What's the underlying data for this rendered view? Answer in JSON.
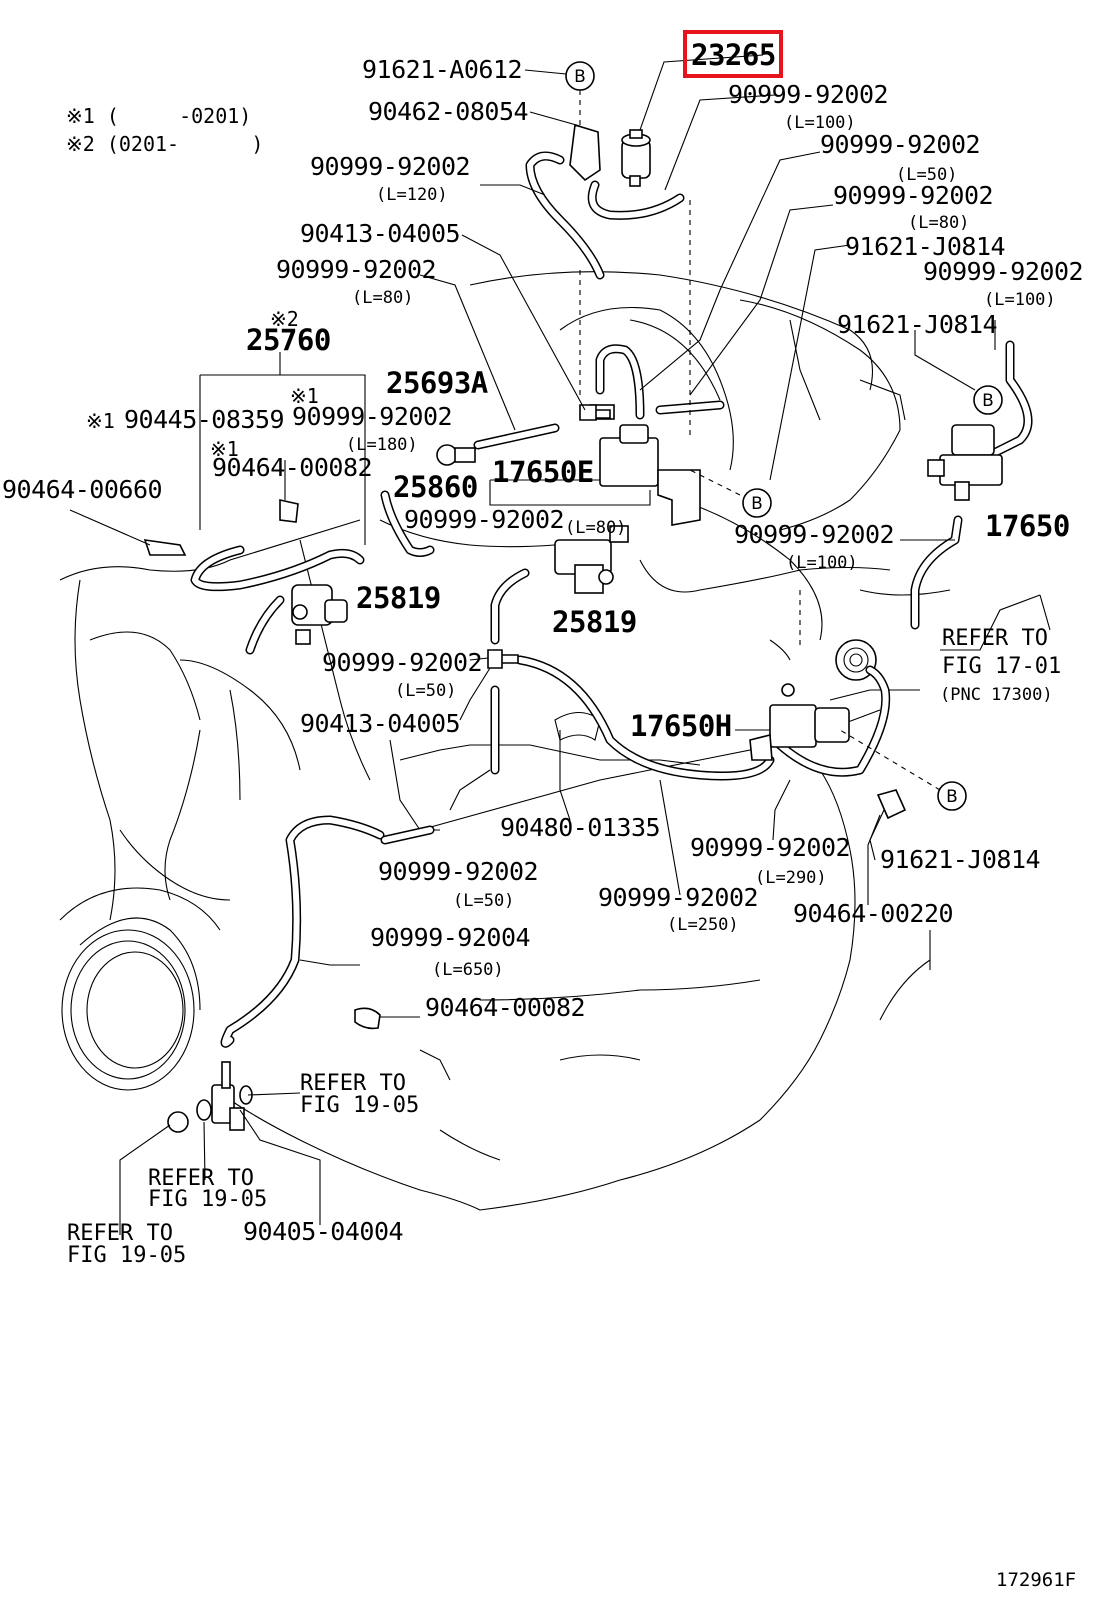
{
  "highlight_color": "#e8141b",
  "diagram_code": "172961F",
  "notes": {
    "note1": "※1 (     -0201)",
    "note2": "※2 (0201-      )",
    "mark1": "※1",
    "mark2": "※2"
  },
  "circle_marker": "B",
  "parts": {
    "p23265": "23265",
    "p91621_A0612": "91621-A0612",
    "p90462_08054": "90462-08054",
    "p90999_92002_top_a": "90999-92002",
    "p90999_92002_top_b": "90999-92002",
    "p90999_92002_l120": "90999-92002",
    "p90999_92002_l80_right": "90999-92002",
    "p90413_04005_top": "90413-04005",
    "p91621_J0814_top": "91621-J0814",
    "p90999_92002_l80_left": "90999-92002",
    "p90999_92002_l100_right": "90999-92002",
    "p91621_J0814_mid": "91621-J0814",
    "p25760": "25760",
    "p25693A": "25693A",
    "p90445_08359": "90445-08359",
    "p90999_92002_l180": "90999-92002",
    "p90464_00082_top": "90464-00082",
    "p17650E": "17650E",
    "p25860": "25860",
    "p90464_00660": "90464-00660",
    "p90999_92002_l80_mid": "90999-92002",
    "p90999_92002_l100_mid": "90999-92002",
    "p17650": "17650",
    "p25819_left": "25819",
    "p25819_mid": "25819",
    "p90999_92002_l50_top": "90999-92002",
    "p90413_04005_bottom": "90413-04005",
    "p17650H": "17650H",
    "p90480_01335": "90480-01335",
    "p90999_92002_l290": "90999-92002",
    "p91621_J0814_bottom": "91621-J0814",
    "p90999_92002_l50_bottom": "90999-92002",
    "p90999_92002_l250": "90999-92002",
    "p90464_00220": "90464-00220",
    "p90999_92004": "90999-92004",
    "p90464_00082_bottom": "90464-00082",
    "p90405_04004": "90405-04004"
  },
  "lengths": {
    "l100_a": "(L=100)",
    "l50_a": "(L=50)",
    "l120": "(L=120)",
    "l80_right": "(L=80)",
    "l80_left": "(L=80)",
    "l100_right": "(L=100)",
    "l180": "(L=180)",
    "l80_mid": "(L=80)",
    "l100_mid": "(L=100)",
    "l50_top": "(L=50)",
    "l290": "(L=290)",
    "l50_bottom": "(L=50)",
    "l250": "(L=250)",
    "l650": "(L=650)"
  },
  "refers": {
    "fig1701_a": "REFER TO",
    "fig1701_b": "FIG 17-01",
    "fig1701_c": "(PNC 17300)",
    "fig1905a_a": "REFER TO",
    "fig1905a_b": "FIG 19-05",
    "fig1905b_a": "REFER TO",
    "fig1905b_b": "FIG 19-05",
    "fig1905c_a": "REFER TO",
    "fig1905c_b": "FIG 19-05"
  }
}
